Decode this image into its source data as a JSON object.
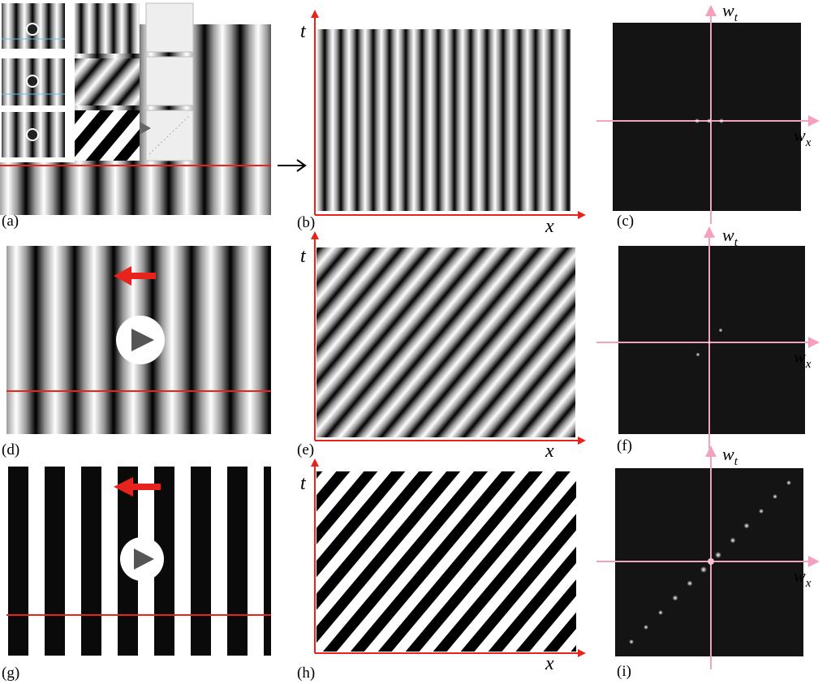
{
  "labels": {
    "a": "(a)",
    "b": "(b)",
    "c": "(c)",
    "d": "(d)",
    "e": "(e)",
    "f": "(f)",
    "g": "(g)",
    "h": "(h)",
    "i": "(i)"
  },
  "axes": {
    "x": "x",
    "t": "t",
    "wt": "w",
    "wt_sub": "t",
    "wx": "w",
    "wx_sub": "x"
  },
  "colors": {
    "red": "#e8221c",
    "pink": "#f4a0c0",
    "dark_bg": "#141414",
    "arrow_red": "#e8221c"
  },
  "icons": {
    "play": "play-icon",
    "left_arrow": "left-arrow-icon",
    "right_arrow": "right-arrow-icon"
  }
}
